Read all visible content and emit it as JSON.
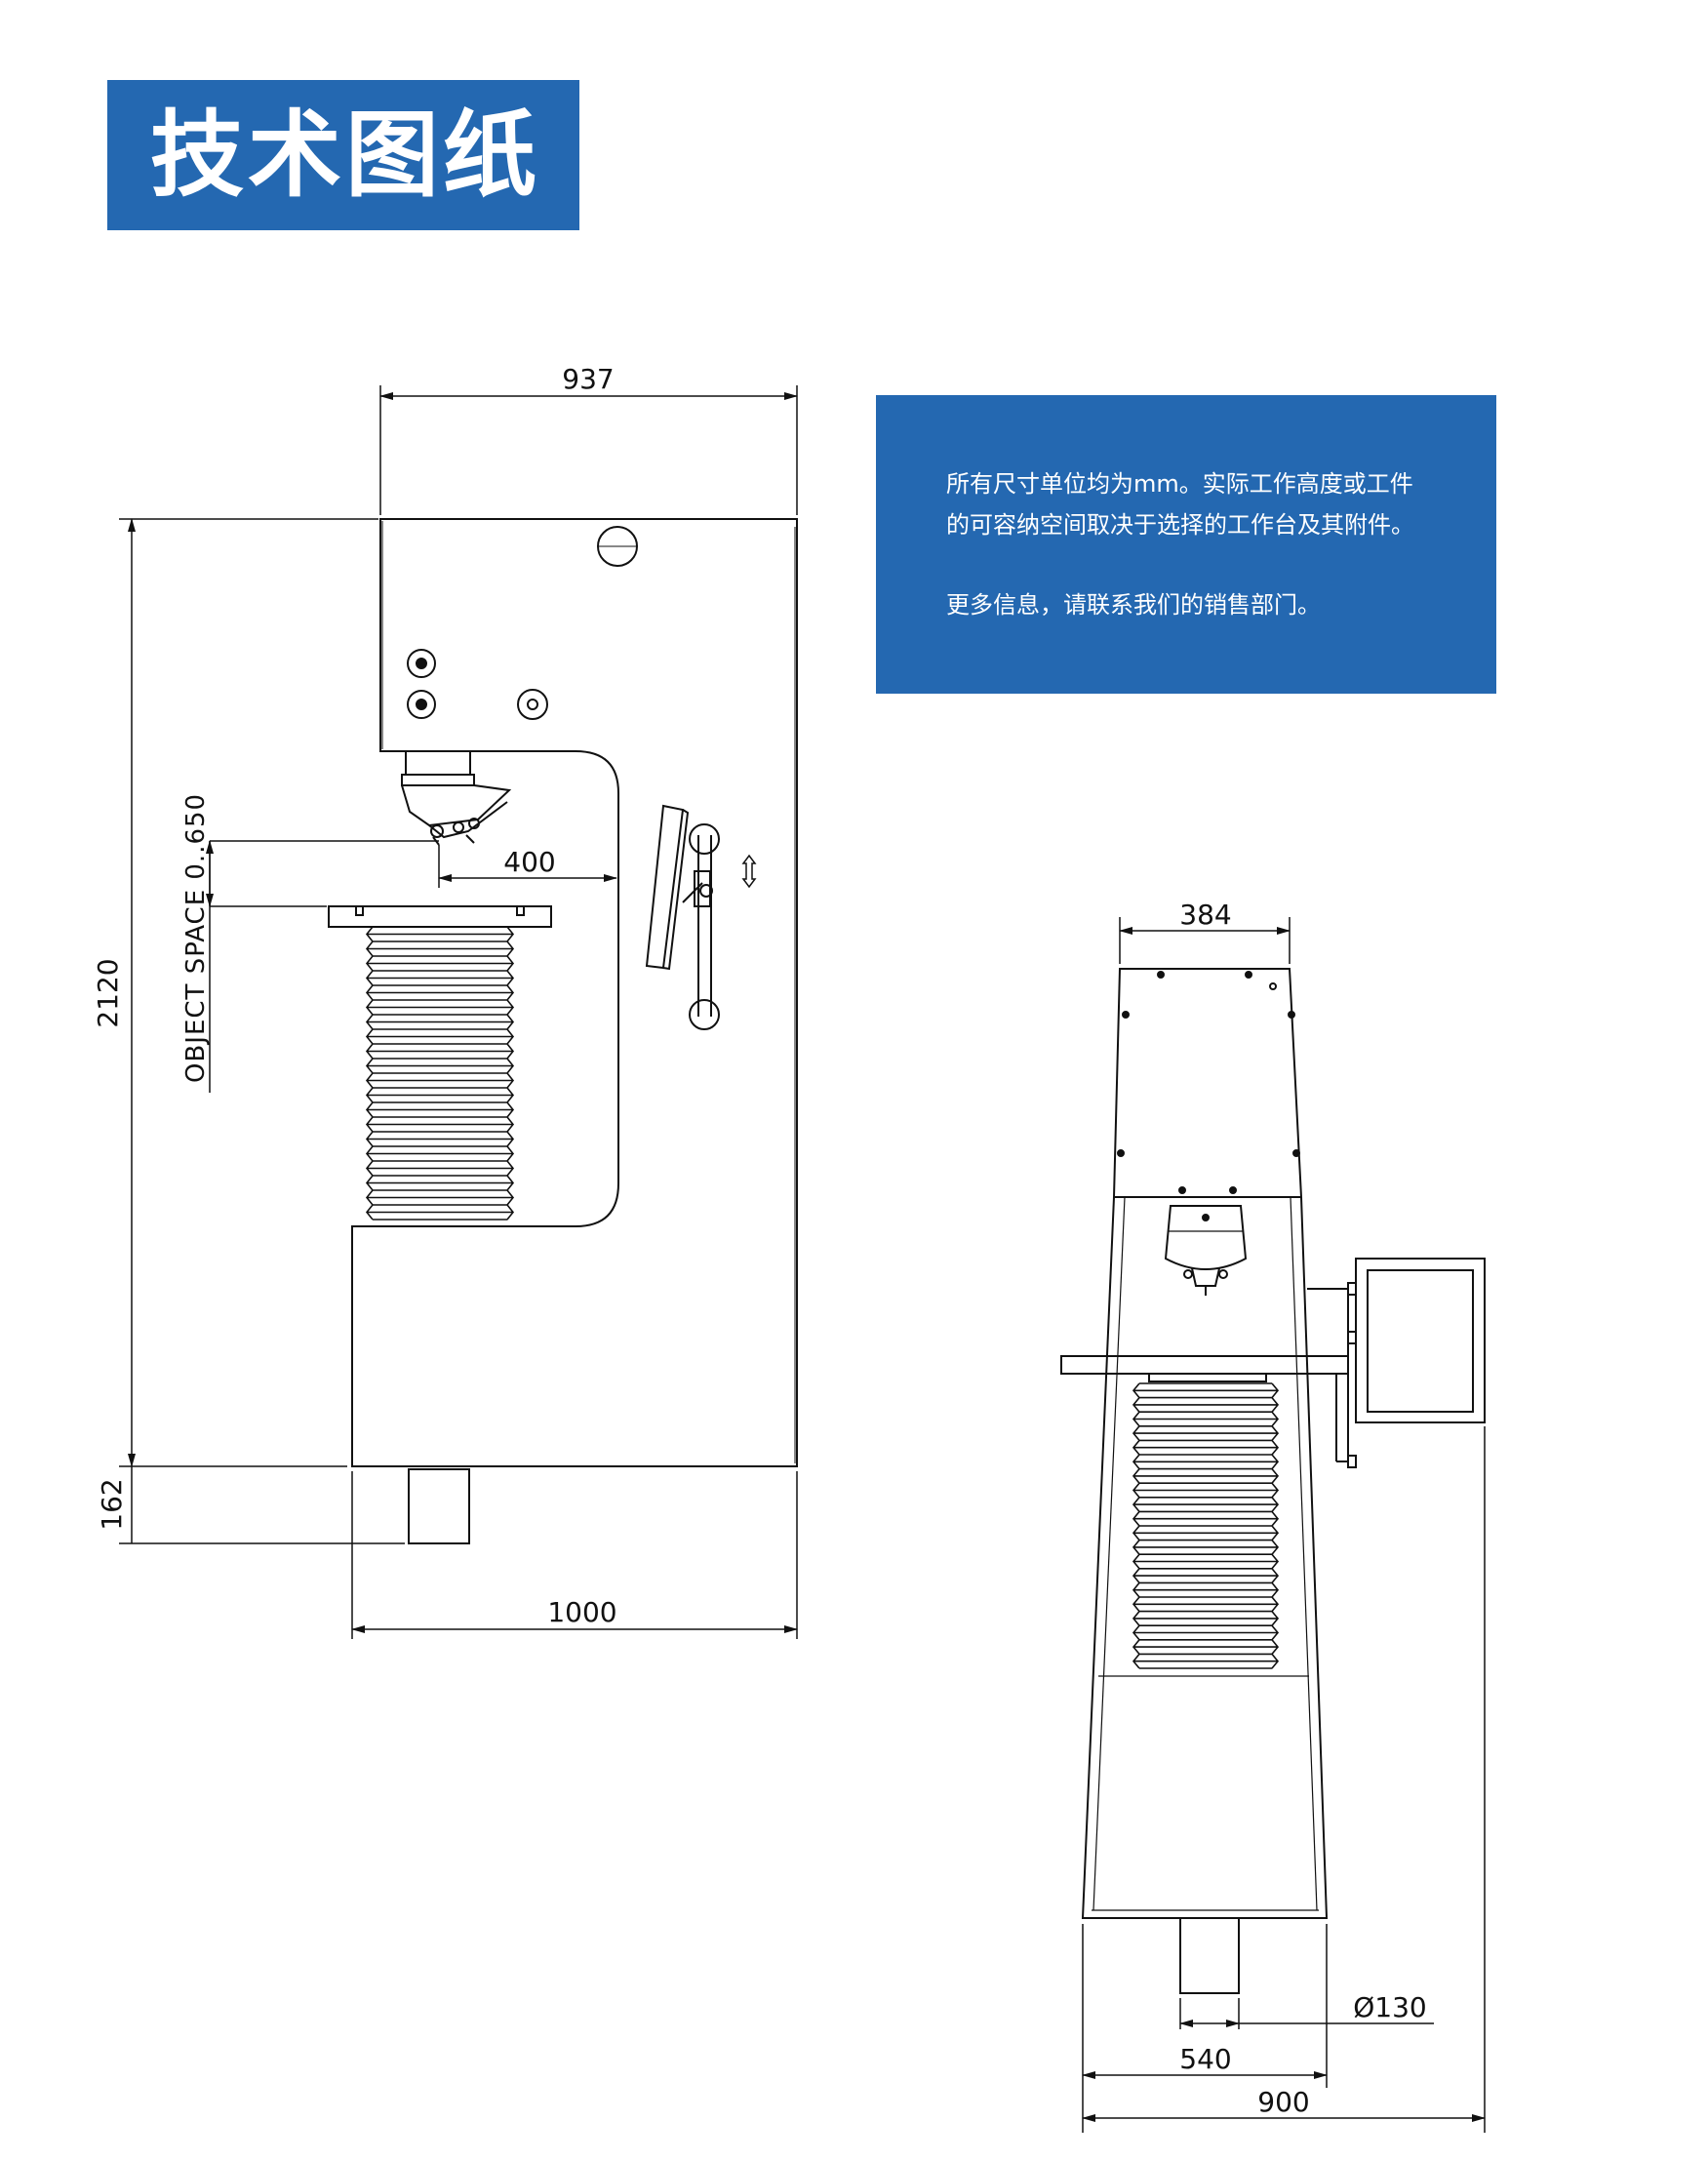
{
  "header": {
    "title": "技术图纸",
    "color": "#2468b1"
  },
  "info": {
    "line1": "所有尺寸单位均为mm。实际工作高度或工件",
    "line2": "的可容纳空间取决于选择的工作台及其附件。",
    "line3": "更多信息，请联系我们的销售部门。"
  },
  "side_view": {
    "width_top": "937",
    "height_total": "2120",
    "foot_height": "162",
    "object_space": "OBJECT SPACE 0..650",
    "throat_depth": "400",
    "width_base": "1000"
  },
  "front_view": {
    "head_width": "384",
    "foot_diameter": "Ø130",
    "base_width": "540",
    "overall_width": "900"
  }
}
